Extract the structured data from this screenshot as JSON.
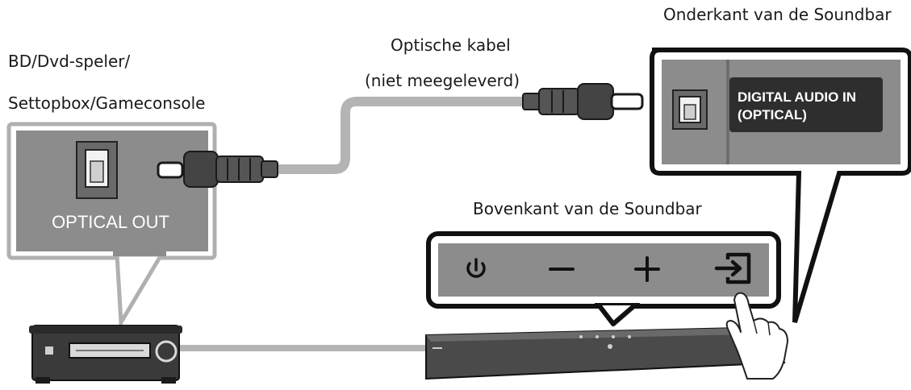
{
  "labels": {
    "source_line1": "BD/Dvd-speler/",
    "source_line2": "Settopbox/Gameconsole",
    "cable_line1": "Optische kabel",
    "cable_line2": "(niet meegeleverd)",
    "bottom_label": "Onderkant van de Soundbar",
    "top_label": "Bovenkant van de Soundbar"
  },
  "ports": {
    "source_port": "OPTICAL OUT",
    "soundbar_port_line1": "DIGITAL AUDIO IN",
    "soundbar_port_line2": "(OPTICAL)"
  },
  "buttons": [
    {
      "name": "power",
      "icon": "power-icon"
    },
    {
      "name": "volume-down",
      "icon": "minus-icon"
    },
    {
      "name": "volume-up",
      "icon": "plus-icon"
    },
    {
      "name": "source",
      "icon": "input-source-icon"
    }
  ],
  "colors": {
    "panel_bg": "#8c8c8c",
    "panel_border": "#111111",
    "cable": "#b4b4b4",
    "device": "#3a3a3a",
    "soundbar": "#4a4a4a"
  }
}
